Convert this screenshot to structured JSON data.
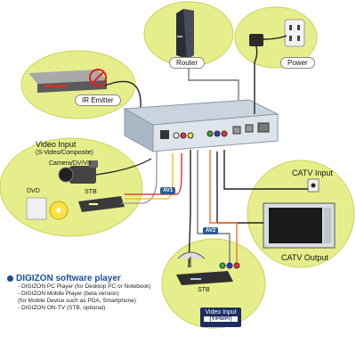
{
  "labels": {
    "router": "Router",
    "power": "Power",
    "ir_emitter": "IR Emitter",
    "video_input": "Video Input",
    "video_input_sub": "(S-Video/Composite)",
    "camera": "Camera/DV/V8",
    "dvd": "DVD",
    "stb_left": "STB",
    "av1": "AV1",
    "av2": "AV2",
    "catv_input": "CATV Input",
    "catv_output": "CATV Output",
    "stb_bottom": "STB",
    "video_input_box": "Video Input",
    "video_input_box_sub": "(Y/Pb/Pr)"
  },
  "legend": {
    "title": "DIGIZON software player",
    "items": [
      "- DIGIZON PC Player (for Desktop PC or Notebook)",
      "- DIGIZON Mobile Player (beta version)",
      "  (for Mobile Device such as PDA, Smartphone)",
      "- DIGIZON ON-TV (STB, optional)"
    ]
  },
  "colors": {
    "bubble": "#e6ee8c",
    "bubble_edge": "#c8d45a",
    "cable_orange": "#e8742a",
    "cable_black": "#222222",
    "cable_grey": "#777777",
    "device": "#b9c7d6",
    "brand_blue": "#1b4f9c"
  }
}
